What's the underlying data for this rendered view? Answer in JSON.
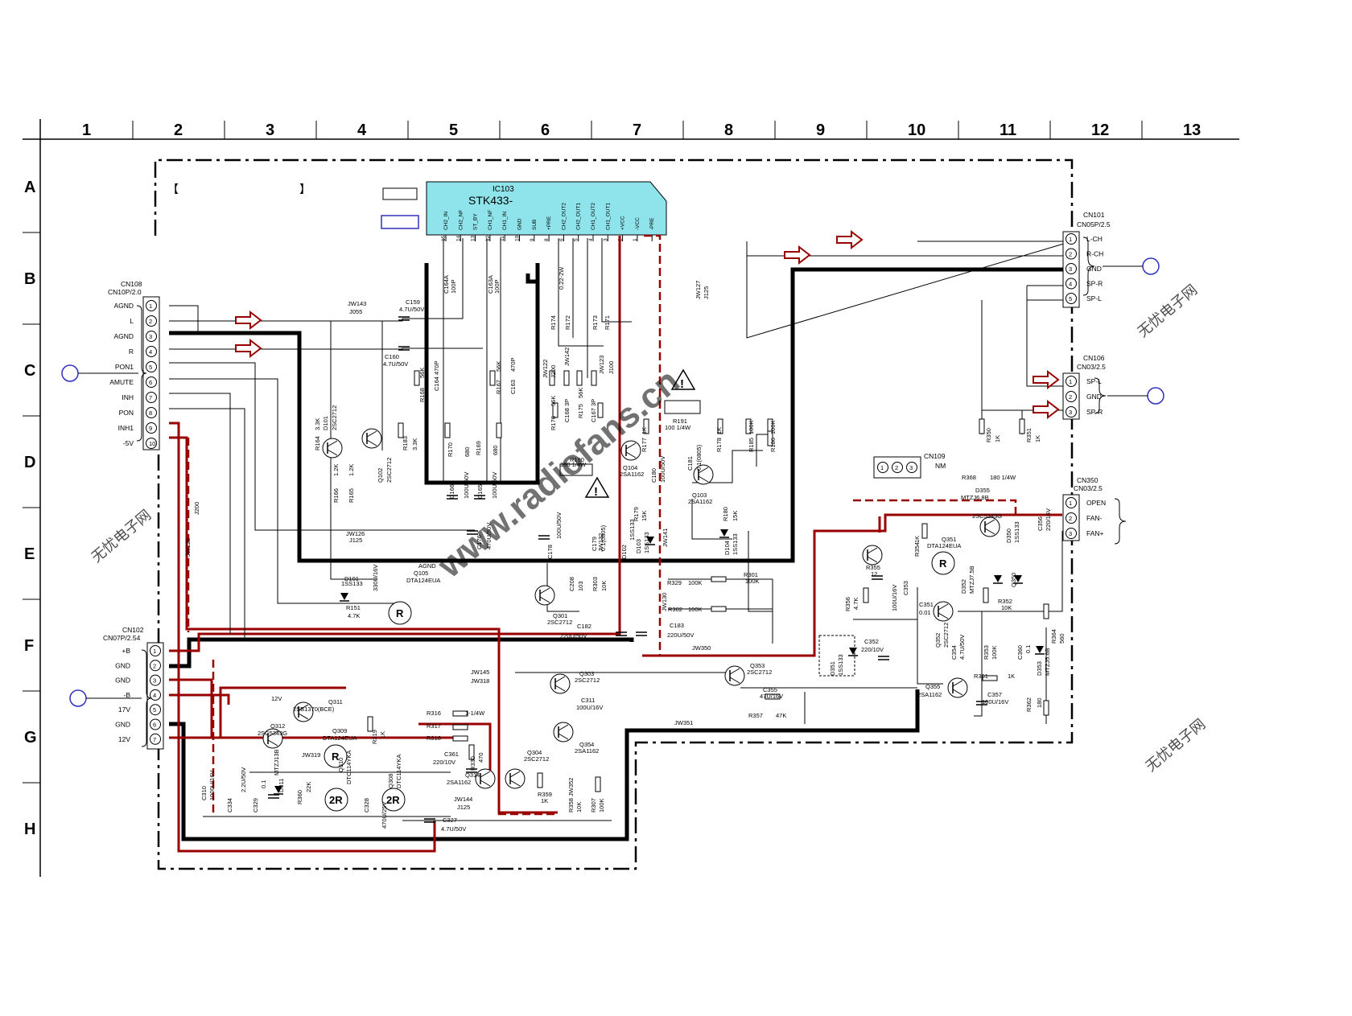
{
  "grid": {
    "columns": [
      "1",
      "2",
      "3",
      "4",
      "5",
      "6",
      "7",
      "8",
      "9",
      "10",
      "11",
      "12",
      "13"
    ],
    "rows": [
      "A",
      "B",
      "C",
      "D",
      "E",
      "F",
      "G",
      "H"
    ]
  },
  "title_brackets": {
    "left": "【",
    "right": "】"
  },
  "ic": {
    "ref": "IC103",
    "part": "STK433-",
    "pins": [
      {
        "num": "15",
        "name": "CH2_IN"
      },
      {
        "num": "14",
        "name": "CH2_NF"
      },
      {
        "num": "13",
        "name": "ST_BY"
      },
      {
        "num": "12",
        "name": "CH1_NF"
      },
      {
        "num": "11",
        "name": "CH1_IN"
      },
      {
        "num": "10",
        "name": "GND"
      },
      {
        "num": "9",
        "name": "SUB"
      },
      {
        "num": "8",
        "name": "+PRE"
      },
      {
        "num": "6",
        "name": "CH2_OUT2"
      },
      {
        "num": "5",
        "name": "CH2_OUT1"
      },
      {
        "num": "4",
        "name": "CH1_OUT2"
      },
      {
        "num": "3",
        "name": "CH1_OUT1"
      },
      {
        "num": "2",
        "name": "+VCC"
      },
      {
        "num": "1",
        "name": "-VCC"
      },
      {
        "num": "",
        "name": "-PRE"
      }
    ]
  },
  "connectors": {
    "cn108": {
      "ref": "CN108",
      "type": "CN10P/2.0",
      "pins": [
        {
          "n": "1",
          "name": "AGND"
        },
        {
          "n": "2",
          "name": "L"
        },
        {
          "n": "3",
          "name": "AGND"
        },
        {
          "n": "4",
          "name": "R"
        },
        {
          "n": "5",
          "name": "PON1"
        },
        {
          "n": "6",
          "name": "AMUTE"
        },
        {
          "n": "7",
          "name": "INH"
        },
        {
          "n": "8",
          "name": "PON"
        },
        {
          "n": "9",
          "name": "INH1"
        },
        {
          "n": "10",
          "name": "-5V"
        }
      ]
    },
    "cn102": {
      "ref": "CN102",
      "type": "CN07P/2.54",
      "pins": [
        {
          "n": "1",
          "name": "+B"
        },
        {
          "n": "2",
          "name": "GND"
        },
        {
          "n": "3",
          "name": "GND"
        },
        {
          "n": "4",
          "name": "-B"
        },
        {
          "n": "5",
          "name": "17V"
        },
        {
          "n": "6",
          "name": "GND"
        },
        {
          "n": "7",
          "name": "12V"
        }
      ]
    },
    "cn101": {
      "ref": "CN101",
      "type": "CN05P/2.5",
      "pins": [
        {
          "n": "1",
          "name": "L-CH"
        },
        {
          "n": "2",
          "name": "R-CH"
        },
        {
          "n": "3",
          "name": "GND"
        },
        {
          "n": "4",
          "name": "SP-R"
        },
        {
          "n": "5",
          "name": "SP-L"
        }
      ]
    },
    "cn106": {
      "ref": "CN106",
      "type": "CN03/2.5",
      "pins": [
        {
          "n": "1",
          "name": "SP-L"
        },
        {
          "n": "2",
          "name": "GND"
        },
        {
          "n": "3",
          "name": "SP-R"
        }
      ]
    },
    "cn350": {
      "ref": "CN350",
      "type": "CN03/2.5",
      "pins": [
        {
          "n": "1",
          "name": "OPEN"
        },
        {
          "n": "2",
          "name": "FAN-"
        },
        {
          "n": "3",
          "name": "FAN+"
        }
      ]
    },
    "cn109": {
      "ref": "CN109",
      "type": "NM",
      "pins": [
        {
          "n": "1"
        },
        {
          "n": "2"
        },
        {
          "n": "3"
        }
      ]
    }
  },
  "labels": [
    {
      "id": "jw143",
      "t": "JW143"
    },
    {
      "id": "j055",
      "t": "J055"
    },
    {
      "id": "c159",
      "t": "C159"
    },
    {
      "id": "c159v",
      "t": "4.7U/50V"
    },
    {
      "id": "c160",
      "t": "C160"
    },
    {
      "id": "c160v",
      "t": "4.7U/50V"
    },
    {
      "id": "r164",
      "t": "R164"
    },
    {
      "id": "r164v",
      "t": "3.3K"
    },
    {
      "id": "d101",
      "t": "D101"
    },
    {
      "id": "q101",
      "t": "2SC2712"
    },
    {
      "id": "q102",
      "t": "Q102"
    },
    {
      "id": "q102v",
      "t": "2SC2712"
    },
    {
      "id": "r166",
      "t": "R166"
    },
    {
      "id": "r166v",
      "t": "1.2K"
    },
    {
      "id": "r165",
      "t": "R165"
    },
    {
      "id": "r165v",
      "t": "1.2K"
    },
    {
      "id": "r183",
      "t": "R183"
    },
    {
      "id": "r183v",
      "t": "3.3K"
    },
    {
      "id": "r168",
      "t": "R168"
    },
    {
      "id": "r168v",
      "t": "56K"
    },
    {
      "id": "c164",
      "t": "C164"
    },
    {
      "id": "c164v",
      "t": "470P"
    },
    {
      "id": "c164a",
      "t": "C164A"
    },
    {
      "id": "c164av",
      "t": "100P"
    },
    {
      "id": "c163a",
      "t": "C163A"
    },
    {
      "id": "c163av",
      "t": "100P"
    },
    {
      "id": "r170",
      "t": "R170"
    },
    {
      "id": "r170v",
      "t": "680"
    },
    {
      "id": "r169",
      "t": "R169"
    },
    {
      "id": "r169v",
      "t": "680"
    },
    {
      "id": "r167",
      "t": "R167"
    },
    {
      "id": "r167v",
      "t": "56K"
    },
    {
      "id": "c163",
      "t": "C163"
    },
    {
      "id": "c163v",
      "t": "470P"
    },
    {
      "id": "c166",
      "t": "C166"
    },
    {
      "id": "c166v",
      "t": "100U/50V"
    },
    {
      "id": "c165",
      "t": "C165"
    },
    {
      "id": "c165v",
      "t": "100U/50V"
    },
    {
      "id": "c176",
      "t": "C176"
    },
    {
      "id": "c176v",
      "t": "470U/50V"
    },
    {
      "id": "jw126",
      "t": "JW126"
    },
    {
      "id": "j125a",
      "t": "J125"
    },
    {
      "id": "agnd",
      "t": "AGND"
    },
    {
      "id": "d101b",
      "t": "D101"
    },
    {
      "id": "d101bv",
      "t": "1SS133"
    },
    {
      "id": "c330",
      "t": "330U/16V"
    },
    {
      "id": "q105",
      "t": "Q105"
    },
    {
      "id": "q105v",
      "t": "DTA124EUA"
    },
    {
      "id": "r151",
      "t": "R151"
    },
    {
      "id": "r151v",
      "t": "4.7K"
    },
    {
      "id": "jw125",
      "t": "JW125"
    },
    {
      "id": "j200",
      "t": "J200"
    },
    {
      "id": "r174",
      "t": "R174"
    },
    {
      "id": "r172",
      "t": "R172"
    },
    {
      "id": "r173",
      "t": "R173"
    },
    {
      "id": "r171",
      "t": "R171"
    },
    {
      "id": "r022",
      "t": "0.22-2W"
    },
    {
      "id": "jw122",
      "t": "JW122"
    },
    {
      "id": "j200b",
      "t": "J200"
    },
    {
      "id": "jw142",
      "t": "JW142"
    },
    {
      "id": "jw123",
      "t": "JW123"
    },
    {
      "id": "j100",
      "t": "J100"
    },
    {
      "id": "jw127",
      "t": "JW127"
    },
    {
      "id": "j125b",
      "t": "J125"
    },
    {
      "id": "r176",
      "t": "R176"
    },
    {
      "id": "r176v",
      "t": "56K"
    },
    {
      "id": "c168",
      "t": "C168"
    },
    {
      "id": "c168v",
      "t": "3P"
    },
    {
      "id": "r175",
      "t": "R175"
    },
    {
      "id": "r175v",
      "t": "56K"
    },
    {
      "id": "c167",
      "t": "C167"
    },
    {
      "id": "c167v",
      "t": "3P"
    },
    {
      "id": "r190",
      "t": "R190"
    },
    {
      "id": "r190v",
      "t": "100 1/4W"
    },
    {
      "id": "r191",
      "t": "R191"
    },
    {
      "id": "r191v",
      "t": "100 1/4W"
    },
    {
      "id": "q104",
      "t": "Q104"
    },
    {
      "id": "q104v",
      "t": "2SA1162"
    },
    {
      "id": "r177",
      "t": "R177"
    },
    {
      "id": "r177v",
      "t": "1K"
    },
    {
      "id": "c180",
      "t": "C180"
    },
    {
      "id": "c180v",
      "t": "100U/50V"
    },
    {
      "id": "c181",
      "t": "C181"
    },
    {
      "id": "c181v",
      "t": "0.1(0805)"
    },
    {
      "id": "r178",
      "t": "R178"
    },
    {
      "id": "r178v",
      "t": "1K"
    },
    {
      "id": "r185",
      "t": "R185"
    },
    {
      "id": "r185v",
      "t": "100K"
    },
    {
      "id": "r186",
      "t": "R186"
    },
    {
      "id": "r186v",
      "t": "100K"
    },
    {
      "id": "q103",
      "t": "Q103"
    },
    {
      "id": "q103v",
      "t": "2SA1162"
    },
    {
      "id": "r180",
      "t": "R180"
    },
    {
      "id": "r180v",
      "t": "15K"
    },
    {
      "id": "r179",
      "t": "R179"
    },
    {
      "id": "r179v",
      "t": "15K"
    },
    {
      "id": "d104",
      "t": "D104"
    },
    {
      "id": "d104v",
      "t": "1SS133"
    },
    {
      "id": "d102",
      "t": "D102"
    },
    {
      "id": "d102v",
      "t": "1SS133"
    },
    {
      "id": "d103",
      "t": "D103"
    },
    {
      "id": "d103v",
      "t": "1SS133"
    },
    {
      "id": "jw141",
      "t": "JW141"
    },
    {
      "id": "jw132",
      "t": "JW132"
    },
    {
      "id": "c178",
      "t": "C178"
    },
    {
      "id": "c178v",
      "t": "100U/50V"
    },
    {
      "id": "c179",
      "t": "C179"
    },
    {
      "id": "c179v",
      "t": "0.1(0805)"
    },
    {
      "id": "c208",
      "t": "C208"
    },
    {
      "id": "c208v",
      "t": "103"
    },
    {
      "id": "r303",
      "t": "R303"
    },
    {
      "id": "r303v",
      "t": "10K"
    },
    {
      "id": "q301",
      "t": "Q301"
    },
    {
      "id": "q301v",
      "t": "2SC2712"
    },
    {
      "id": "c182",
      "t": "C182"
    },
    {
      "id": "c182v",
      "t": "220U/50V"
    },
    {
      "id": "c183",
      "t": "C183"
    },
    {
      "id": "c183v",
      "t": "220U/50V"
    },
    {
      "id": "jw130",
      "t": "JW130"
    },
    {
      "id": "r329",
      "t": "R329"
    },
    {
      "id": "r329v",
      "t": "100K"
    },
    {
      "id": "r301",
      "t": "R301"
    },
    {
      "id": "r301v",
      "t": "100K"
    },
    {
      "id": "r302",
      "t": "R302"
    },
    {
      "id": "r302v",
      "t": "100K"
    },
    {
      "id": "jw350",
      "t": "JW350"
    },
    {
      "id": "jw351",
      "t": "JW351"
    },
    {
      "id": "jw145",
      "t": "JW145"
    },
    {
      "id": "jw318",
      "t": "JW318"
    },
    {
      "id": "q303",
      "t": "Q303"
    },
    {
      "id": "q303v",
      "t": "2SC2712"
    },
    {
      "id": "c311",
      "t": "C311"
    },
    {
      "id": "c311v",
      "t": "100U/16V"
    },
    {
      "id": "q354",
      "t": "Q354"
    },
    {
      "id": "q354v",
      "t": "2SA1162"
    },
    {
      "id": "q353",
      "t": "Q353"
    },
    {
      "id": "q353v",
      "t": "2SC2712"
    },
    {
      "id": "c355",
      "t": "C355"
    },
    {
      "id": "c355v",
      "t": "47U/16V"
    },
    {
      "id": "r357",
      "t": "R357"
    },
    {
      "id": "r357v",
      "t": "47K"
    },
    {
      "id": "q304",
      "t": "Q304"
    },
    {
      "id": "q304v",
      "t": "2SC2712"
    },
    {
      "id": "r359",
      "t": "R359"
    },
    {
      "id": "r359v",
      "t": "1K"
    },
    {
      "id": "jw352",
      "t": "JW352"
    },
    {
      "id": "r358",
      "t": "R358"
    },
    {
      "id": "r358v",
      "t": "10K"
    },
    {
      "id": "r307",
      "t": "R307"
    },
    {
      "id": "r307v",
      "t": "100K"
    },
    {
      "id": "v12",
      "t": "12V"
    },
    {
      "id": "q311",
      "t": "Q311"
    },
    {
      "id": "q311v",
      "t": "2SB1370(BCE)"
    },
    {
      "id": "q312",
      "t": "Q312"
    },
    {
      "id": "q312v",
      "t": "2SC5343G"
    },
    {
      "id": "q309",
      "t": "Q309"
    },
    {
      "id": "q309v",
      "t": "DTA124EUA"
    },
    {
      "id": "r319",
      "t": "R319"
    },
    {
      "id": "r319v",
      "t": "1K"
    },
    {
      "id": "r316",
      "t": "R316"
    },
    {
      "id": "r317",
      "t": "R317"
    },
    {
      "id": "r318",
      "t": "R318"
    },
    {
      "id": "r14w",
      "t": "1-1/4W"
    },
    {
      "id": "c361",
      "t": "C361"
    },
    {
      "id": "c361v",
      "t": "220/10V"
    },
    {
      "id": "r330",
      "t": "R330"
    },
    {
      "id": "r330v",
      "t": "470"
    },
    {
      "id": "q314",
      "t": "Q314"
    },
    {
      "id": "q314v",
      "t": "2SA1162"
    },
    {
      "id": "jw144",
      "t": "JW144"
    },
    {
      "id": "j125c",
      "t": "J125"
    },
    {
      "id": "c327",
      "t": "C327"
    },
    {
      "id": "c327v",
      "t": "4.7U/50V"
    },
    {
      "id": "jw319",
      "t": "JW319"
    },
    {
      "id": "c310",
      "t": "C310"
    },
    {
      "id": "c310v",
      "t": "1000U/16V"
    },
    {
      "id": "c334",
      "t": "C334"
    },
    {
      "id": "c329",
      "t": "C329"
    },
    {
      "id": "c329v",
      "t": "0.1"
    },
    {
      "id": "c2u",
      "t": "2.2U/50V"
    },
    {
      "id": "d311",
      "t": "D311"
    },
    {
      "id": "d311v",
      "t": "MTZJ13B"
    },
    {
      "id": "r360",
      "t": "R360"
    },
    {
      "id": "r360v",
      "t": "22K"
    },
    {
      "id": "q310",
      "t": "Q310"
    },
    {
      "id": "q310v",
      "t": "DTC114YKA"
    },
    {
      "id": "c328",
      "t": "C328"
    },
    {
      "id": "c328v",
      "t": "470U/25V"
    },
    {
      "id": "q308",
      "t": "Q308"
    },
    {
      "id": "q308v",
      "t": "DTC114YKA"
    },
    {
      "id": "r350",
      "t": "R350"
    },
    {
      "id": "r350v",
      "t": "1K"
    },
    {
      "id": "r351",
      "t": "R351"
    },
    {
      "id": "r351v",
      "t": "1K"
    },
    {
      "id": "r368",
      "t": "R368"
    },
    {
      "id": "r368v",
      "t": "180 1/4W"
    },
    {
      "id": "d355",
      "t": "D355"
    },
    {
      "id": "d355v",
      "t": "MTZJ6.8B"
    },
    {
      "id": "q350h",
      "t": "2SC5343G"
    },
    {
      "id": "q350",
      "t": "Q350"
    },
    {
      "id": "c356",
      "t": "C356"
    },
    {
      "id": "c356v",
      "t": "220/16V"
    },
    {
      "id": "q351",
      "t": "Q351"
    },
    {
      "id": "q351v",
      "t": "DTA124EUA"
    },
    {
      "id": "r354",
      "t": "R354"
    },
    {
      "id": "r354v",
      "t": "1K"
    },
    {
      "id": "r355",
      "t": "R355"
    },
    {
      "id": "r355v",
      "t": "12"
    },
    {
      "id": "c353",
      "t": "C353"
    },
    {
      "id": "c353v",
      "t": "100U/16V"
    },
    {
      "id": "c351",
      "t": "C351"
    },
    {
      "id": "c351v",
      "t": "0.01"
    },
    {
      "id": "r356",
      "t": "R356"
    },
    {
      "id": "r356v",
      "t": "4.7K"
    },
    {
      "id": "d352",
      "t": "D352"
    },
    {
      "id": "d352v",
      "t": "MTZJ7.5B"
    },
    {
      "id": "d350",
      "t": "D350"
    },
    {
      "id": "d350v",
      "t": "1SS133"
    },
    {
      "id": "r352",
      "t": "R352"
    },
    {
      "id": "r352v",
      "t": "10K"
    },
    {
      "id": "q352",
      "t": "Q352"
    },
    {
      "id": "q352v",
      "t": "2SC2712"
    },
    {
      "id": "c354",
      "t": "C354"
    },
    {
      "id": "c354v",
      "t": "4.7U/50V"
    },
    {
      "id": "r353",
      "t": "R353"
    },
    {
      "id": "r353v",
      "t": "100K"
    },
    {
      "id": "c360",
      "t": "C360"
    },
    {
      "id": "c360v",
      "t": "0.1"
    },
    {
      "id": "d353",
      "t": "D353"
    },
    {
      "id": "d353v",
      "t": "MTZJ5.6B"
    },
    {
      "id": "r364",
      "t": "R364"
    },
    {
      "id": "r364v",
      "t": "560"
    },
    {
      "id": "d351",
      "t": "D351"
    },
    {
      "id": "d351v",
      "t": "1SS133"
    },
    {
      "id": "c352",
      "t": "C352"
    },
    {
      "id": "c352v",
      "t": "220/10V"
    },
    {
      "id": "q355",
      "t": "Q355"
    },
    {
      "id": "q355v",
      "t": "2SA1162"
    },
    {
      "id": "r361",
      "t": "R361"
    },
    {
      "id": "r361v",
      "t": "1K"
    },
    {
      "id": "c357",
      "t": "C357"
    },
    {
      "id": "c357v",
      "t": "100U/16V"
    },
    {
      "id": "r362",
      "t": "R362"
    },
    {
      "id": "r362v",
      "t": "180"
    }
  ],
  "watermarks": [
    "www.radiofans.cn",
    "无忧电子网"
  ]
}
